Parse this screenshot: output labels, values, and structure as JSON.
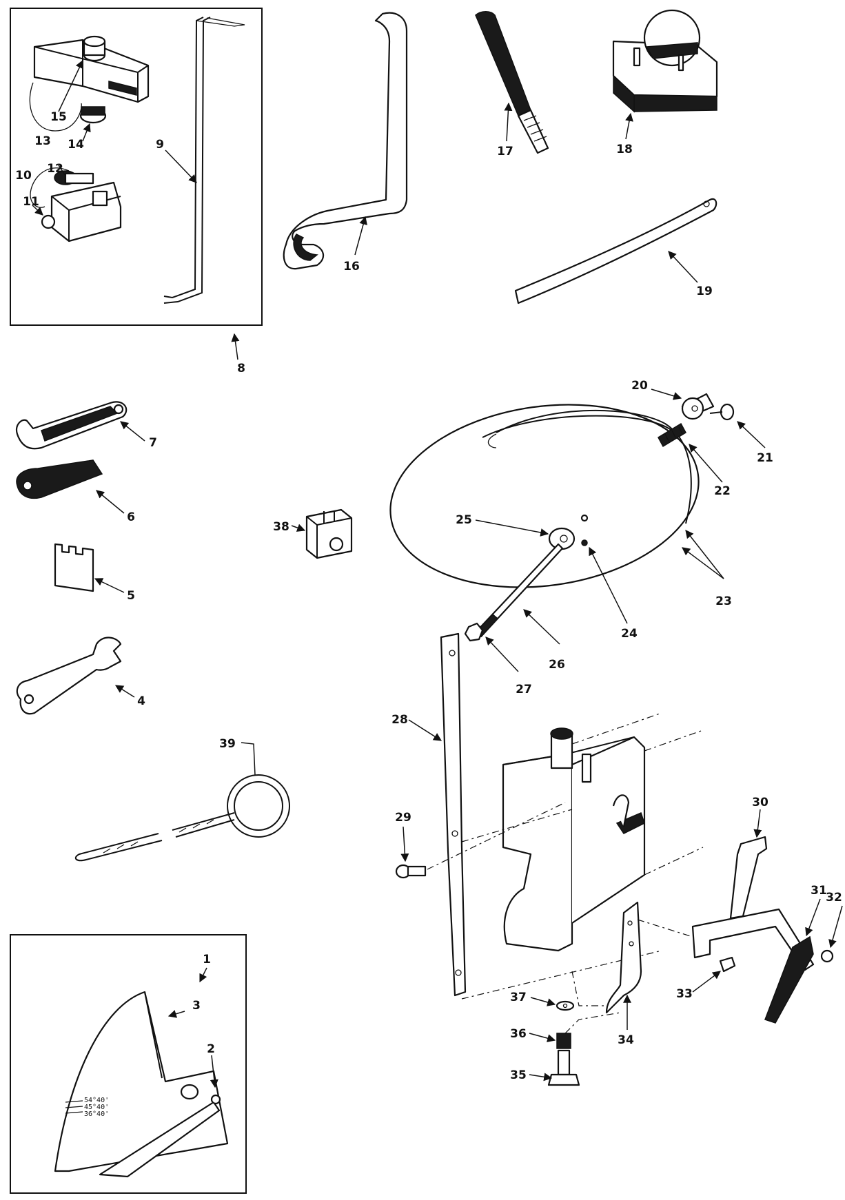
{
  "callouts": [
    "1",
    "2",
    "3",
    "4",
    "5",
    "6",
    "7",
    "8",
    "9",
    "10",
    "11",
    "12",
    "13",
    "14",
    "15",
    "16",
    "17",
    "18",
    "19",
    "20",
    "21",
    "22",
    "23",
    "24",
    "25",
    "26",
    "27",
    "28",
    "29",
    "30",
    "31",
    "32",
    "33",
    "34",
    "35",
    "36",
    "37",
    "38",
    "39"
  ],
  "scale_marks": [
    "54°40'",
    "45°40'",
    "36°40'"
  ]
}
